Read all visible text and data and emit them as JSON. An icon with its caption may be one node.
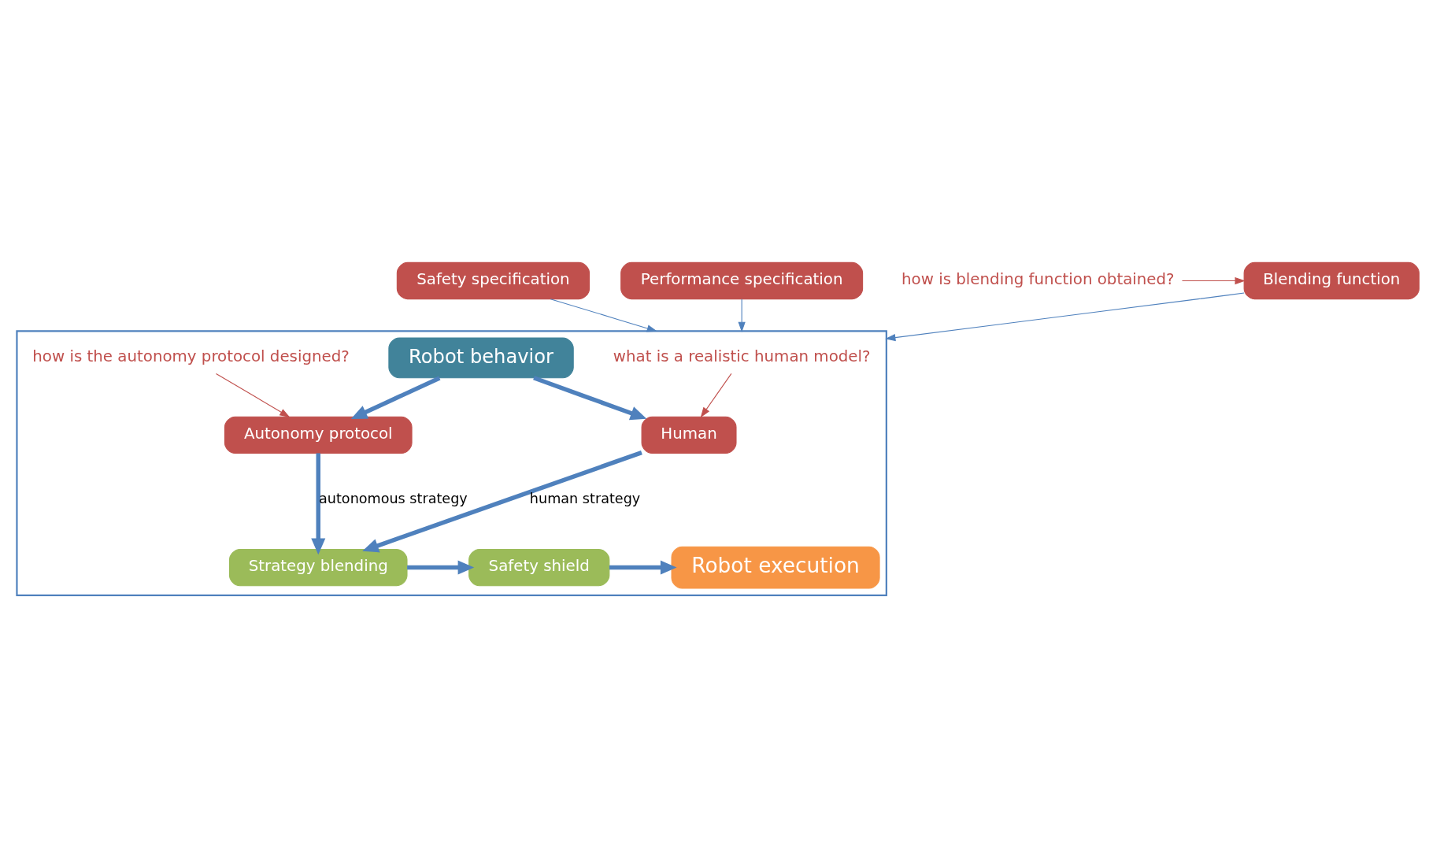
{
  "diagram": {
    "nodes": [
      {
        "text": [
          "Safety specification"
        ]
      },
      {
        "text": [
          "Performance specification"
        ]
      },
      {
        "text": [
          "Blending function"
        ]
      },
      {
        "text": [
          "how is blending function obtained?"
        ]
      },
      {
        "text": [],
        "shape": "box"
      },
      {
        "text": [
          "what is a realistic human model?"
        ],
        "in": 4
      },
      {
        "text": [
          "Human"
        ],
        "in": 4
      },
      {
        "text": [
          "Robot behavior"
        ],
        "in": 4
      },
      {
        "text": [
          "Autonomy protocol"
        ],
        "in": 4
      },
      {
        "text": [
          "Strategy blending"
        ],
        "in": 4
      },
      {
        "text": [
          "Safety shield"
        ],
        "in": 4
      },
      {
        "text": [
          "Robot execution"
        ],
        "in": 4
      },
      {
        "text": [
          "how is the autonomy protocol designed?"
        ],
        "in": 4
      }
    ],
    "edges": [
      {
        "from": 0,
        "to": 4,
        "arrow": "to"
      },
      {
        "from": 1,
        "to": 4,
        "arrow": "to"
      },
      {
        "from": 2,
        "to": 4,
        "arrow": "to"
      },
      {
        "from": 3,
        "to": 2,
        "arrow": "to",
        "color": "#c0504d"
      },
      {
        "from": 5,
        "to": 6,
        "arrow": "to",
        "color": "#c0504d"
      },
      {
        "from": 7,
        "to": 6,
        "arrow": "to",
        "style": "thick"
      },
      {
        "from": 7,
        "to": 8,
        "arrow": "to",
        "style": "thick"
      },
      {
        "from": 6,
        "to": 9,
        "arrow": "to",
        "style": "thick",
        "label": "human strategy"
      },
      {
        "from": 8,
        "to": 9,
        "arrow": "to",
        "style": "thick",
        "label": "autonomous strategy"
      },
      {
        "from": 9,
        "to": 10,
        "arrow": "to",
        "style": "thick"
      },
      {
        "from": 10,
        "to": 11,
        "arrow": "to",
        "style": "thick"
      },
      {
        "from": 12,
        "to": 8,
        "arrow": "to",
        "color": "#c0504d"
      }
    ]
  }
}
